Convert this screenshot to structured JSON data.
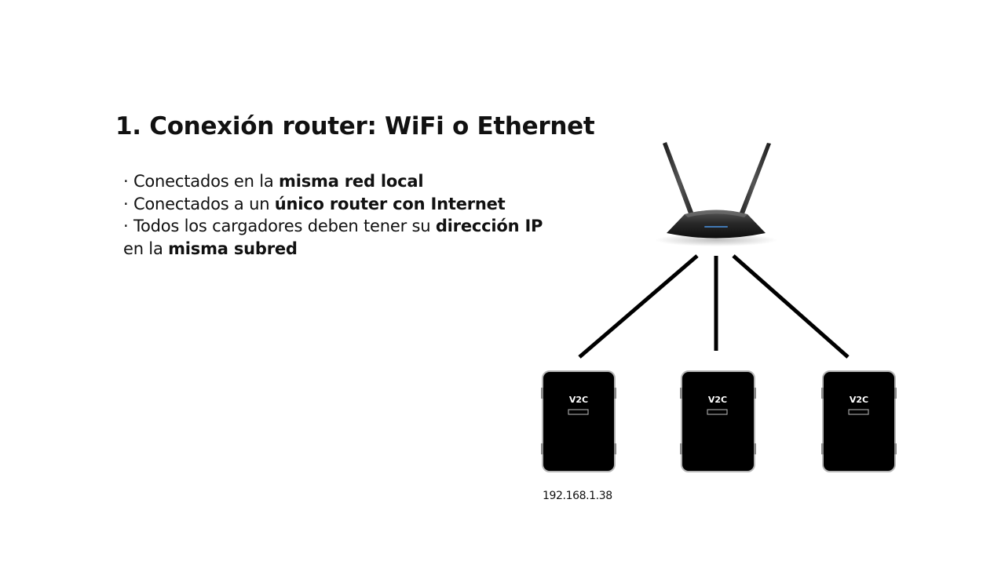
{
  "slide": {
    "title": "1. Conexión router: WiFi o Ethernet",
    "bullets": [
      {
        "prefix": "· Conectados en la ",
        "bold": "misma red local",
        "suffix": ""
      },
      {
        "prefix": "· Conectados a un ",
        "bold": "único router con Internet",
        "suffix": ""
      },
      {
        "prefix": "· Todos los cargadores deben tener su ",
        "bold": "dirección IP",
        "suffix": ""
      },
      {
        "prefix": "en la ",
        "bold": "misma subred",
        "suffix": ""
      }
    ]
  },
  "diagram": {
    "router_icon": "wifi-router-icon",
    "charger_icon": "ev-charger-icon",
    "charger_brand": "V2C",
    "chargers": [
      {
        "ip": "192.168.1.38"
      },
      {
        "ip": ""
      },
      {
        "ip": ""
      }
    ],
    "colors": {
      "background": "#ffffff",
      "text": "#111111",
      "device": "#000000",
      "connector": "#000000"
    }
  }
}
